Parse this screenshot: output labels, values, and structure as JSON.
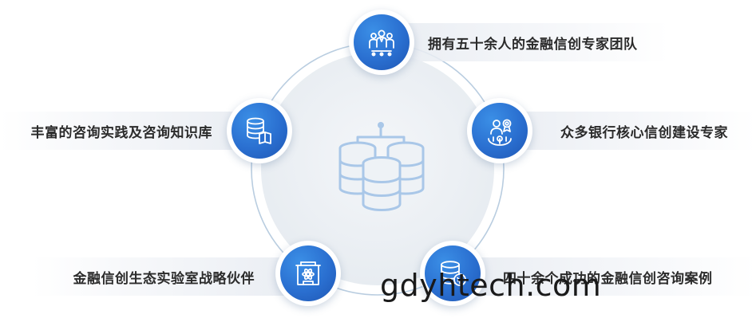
{
  "diagram": {
    "center": {
      "icon": "database-servers-icon"
    },
    "nodes": [
      {
        "id": "top",
        "icon": "team-people-icon",
        "label": "拥有五十余人的金融信创专家团队"
      },
      {
        "id": "right",
        "icon": "expert-gear-badge-icon",
        "label": "众多银行核心信创建设专家"
      },
      {
        "id": "left",
        "icon": "database-book-icon",
        "label": "丰富的咨询实践及咨询知识库"
      },
      {
        "id": "bottom-left",
        "icon": "lab-building-icon",
        "label": "金融信创生态实验室战略伙伴"
      },
      {
        "id": "bottom-right",
        "icon": "database-coin-icon",
        "label": "四十余个成功的金融信创咨询案例"
      }
    ]
  },
  "watermark": "gdyhtech.com",
  "colors": {
    "accent": "#2a6fd0",
    "ring": "#b9cde0",
    "center_fill": "#eef2f6",
    "center_icon": "#a9c7e8"
  }
}
